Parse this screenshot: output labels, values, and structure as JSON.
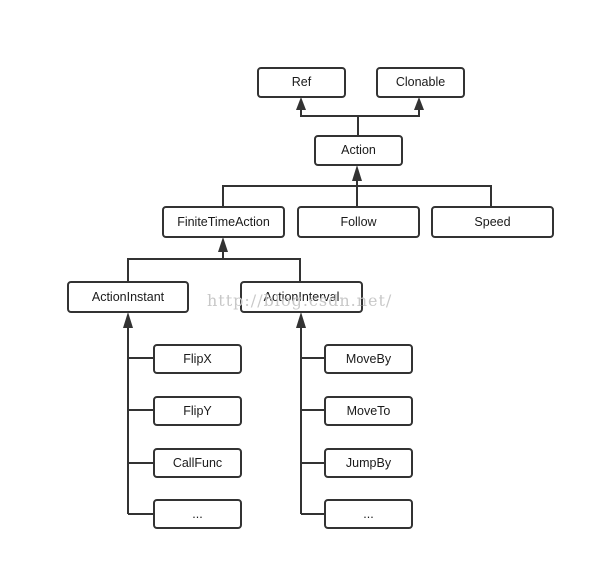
{
  "nodes": {
    "ref": "Ref",
    "clonable": "Clonable",
    "action": "Action",
    "finite_time_action": "FiniteTimeAction",
    "follow": "Follow",
    "speed": "Speed",
    "action_instant": "ActionInstant",
    "action_interval": "ActionInterval",
    "instant_children": [
      "FlipX",
      "FlipY",
      "CallFunc",
      "..."
    ],
    "interval_children": [
      "MoveBy",
      "MoveTo",
      "JumpBy",
      "..."
    ]
  },
  "watermark": "http://blog.csdn.net/",
  "colors": {
    "stroke": "#333333",
    "background": "#ffffff",
    "watermark": "#c8c8c8"
  }
}
